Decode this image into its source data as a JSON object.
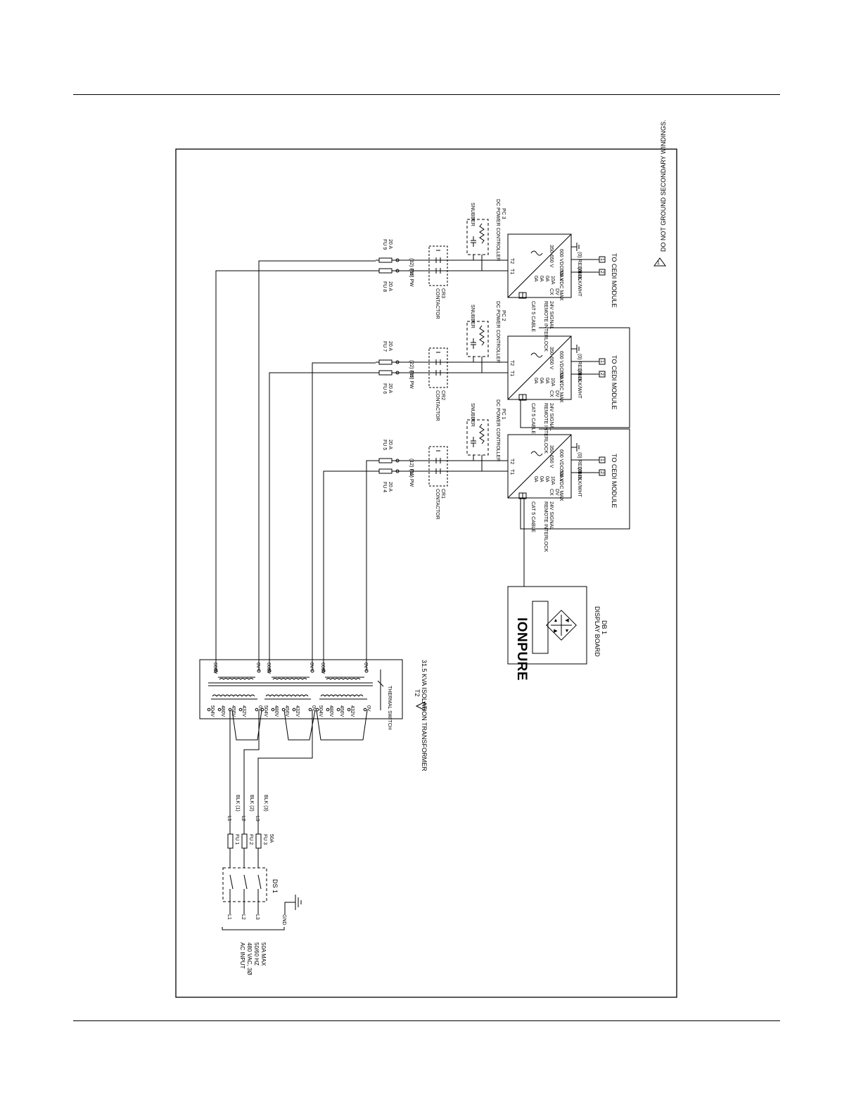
{
  "note": {
    "marker": "1",
    "text": "DO NOT GROUND SECONDARY WINDINGS."
  },
  "input": {
    "title": "AC INPUT",
    "l2": "480 VAC, 3Ø",
    "l3": "50/60 HZ",
    "l4": "50A MAX"
  },
  "phases": [
    "L1",
    "L2",
    "L3"
  ],
  "ground_label": "GND",
  "disconnect_label": "DS 1",
  "input_fuses": [
    {
      "name": "FU 1",
      "rating": ""
    },
    {
      "name": "FU 2",
      "rating": ""
    },
    {
      "name": "FU 3",
      "rating": "50A"
    }
  ],
  "input_wires": [
    {
      "phase": "L1",
      "wire": "BLK (1)"
    },
    {
      "phase": "L2",
      "wire": "BLK (2)"
    },
    {
      "phase": "L3",
      "wire": "BLK (3)"
    }
  ],
  "transformer": {
    "designator": "T2",
    "title": "31.5 KVA ISOLATION TRANSFORMER",
    "marker": "1",
    "thermal_switch": "THERMAL SWITCH",
    "secondary_high": "600V",
    "secondary_low": "0V",
    "primary_taps": [
      "504V",
      "480V",
      "456V",
      "432V",
      "0V"
    ]
  },
  "channels": [
    {
      "fu_a": "FU 4",
      "fu_a_rating": "20 A",
      "fu_b": "FU 5",
      "fu_b_rating": "20 A",
      "wire_a": "(11) PW",
      "wire_b": "(12) PW",
      "contactor": "CONTACTOR",
      "contactor_id": "CR1",
      "snubber": "SNUBBER",
      "pc_title": "DC POWER CONTROLLER",
      "pc_id": "PC 1",
      "pc_rating": "350-650 V"
    },
    {
      "fu_a": "FU 6",
      "fu_a_rating": "20 A",
      "fu_b": "FU 7",
      "fu_b_rating": "20 A",
      "wire_a": "(21) PW",
      "wire_b": "(22) PW",
      "contactor": "CONTACTOR",
      "contactor_id": "CR2",
      "snubber": "SNUBBER",
      "pc_title": "DC POWER CONTROLLER",
      "pc_id": "PC 2",
      "pc_rating": "350-650 V"
    },
    {
      "fu_a": "FU 8",
      "fu_a_rating": "20 A",
      "fu_b": "FU 9",
      "fu_b_rating": "20 A",
      "wire_a": "(31) PW",
      "wire_b": "(32) PW",
      "contactor": "CONTACTOR",
      "contactor_id": "CR3",
      "snubber": "SNUBBER",
      "pc_title": "DC POWER CONTROLLER",
      "pc_id": "PC 3",
      "pc_rating": "350-650 V"
    }
  ],
  "pc_terminals": {
    "t1": "T1",
    "t2": "T2",
    "out_pos": "600 VDC MAX",
    "out_neg": "600 VDC MAX",
    "cat5": "CAT 5 CABLE",
    "remote": "REMOTE INTERLOCK",
    "signal": "24V SIGNAL",
    "cx": "CX",
    "dv": "DV",
    "ctrl": [
      "0A",
      "0A",
      "0A",
      "10A"
    ]
  },
  "dc_out": {
    "pos": "(0) RED/BLK",
    "neg": "(0) BLK/WHT",
    "tb_pos": "1",
    "tb_neg": "2",
    "to": "TO CEDI MODULE"
  },
  "display": {
    "logo": "IONPURE",
    "title": "DISPLAY BOARD",
    "id": "DB 1",
    "keys": [
      "▲",
      "◀",
      "▶",
      "▼"
    ]
  }
}
